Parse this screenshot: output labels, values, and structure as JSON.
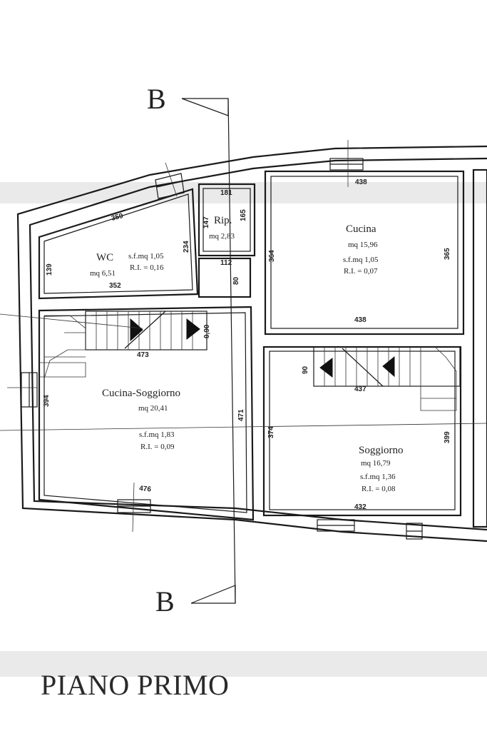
{
  "title": "PIANO PRIMO",
  "section_marks": {
    "top": "B",
    "bottom": "B"
  },
  "rooms": {
    "wc": {
      "name": "WC",
      "area": "mq 6,51",
      "illum": "s.f.mq 1,05",
      "ratio": "R.I. = 0,16"
    },
    "rip": {
      "name": "Rip.",
      "area": "mq 2,83"
    },
    "cucina": {
      "name": "Cucina",
      "area": "mq 15,96",
      "illum": "s.f.mq 1,05",
      "ratio": "R.I. = 0,07"
    },
    "cucina_soggiorno": {
      "name": "Cucina-Soggiorno",
      "area": "mq 20,41",
      "illum": "s.f.mq 1,83",
      "ratio": "R.I. = 0,09"
    },
    "soggiorno": {
      "name": "Soggiorno",
      "area": "mq 16,79",
      "illum": "s.f.mq 1,36",
      "ratio": "R.I. = 0,08"
    }
  },
  "dimensions": {
    "wc_top": "359",
    "wc_bottom": "352",
    "wc_left": "139",
    "wc_right": "234",
    "rip_top": "181",
    "rip_left": "147",
    "rip_right": "165",
    "rip_bottom": "112",
    "corridor": "80",
    "cucina_top": "438",
    "cucina_bottom": "438",
    "cucina_left": "364",
    "cucina_right": "365",
    "stair_left_width": "0,90",
    "stair_left_len": "473",
    "cs_left": "394",
    "cs_right": "471",
    "cs_bottom": "476",
    "stair_right_width": "90",
    "stair_right_len": "437",
    "sog_left": "374",
    "sog_right": "399",
    "sog_bottom": "432"
  }
}
